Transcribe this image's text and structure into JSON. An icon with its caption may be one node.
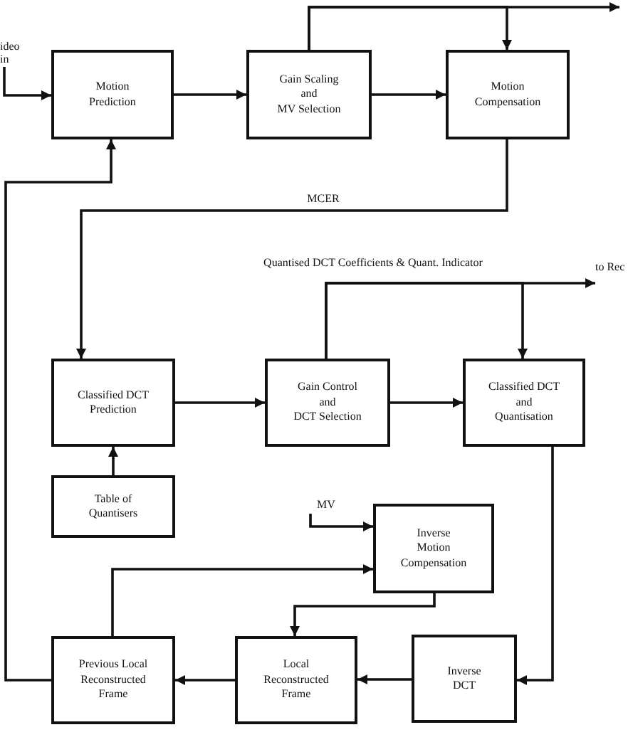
{
  "diagram": {
    "nodes": [
      {
        "text": [
          "ideo in"
        ]
      },
      {
        "text": [
          "Motion Prediction"
        ]
      },
      {
        "text": [
          "Gain Scaling and MV Selection"
        ]
      },
      {
        "text": [
          "Motion Compensation"
        ]
      },
      {
        "text": [
          "to Rec"
        ]
      },
      {
        "text": [
          "Classified DCT Prediction"
        ]
      },
      {
        "text": [
          "Gain Control and DCT Selection"
        ]
      },
      {
        "text": [
          "Classified DCT and Quantisation"
        ]
      },
      {
        "text": [
          "Table of Quantisers"
        ]
      },
      {
        "text": [
          "MV"
        ]
      },
      {
        "text": [
          "Inverse Motion Compensation"
        ]
      },
      {
        "text": [
          "Previous Local Reconstructed Frame"
        ]
      },
      {
        "text": [
          "Local Reconstructed Frame"
        ]
      },
      {
        "text": [
          "Inverse DCT"
        ]
      }
    ],
    "edges": [
      {
        "from": 0,
        "to": 1,
        "arrow": "to"
      },
      {
        "from": 1,
        "to": 2,
        "arrow": "to"
      },
      {
        "from": 2,
        "to": 3,
        "arrow": "to"
      },
      {
        "from": 2,
        "to": null,
        "arrow": "to"
      },
      {
        "from": 2,
        "to": 3,
        "arrow": "to"
      },
      {
        "from": 3,
        "to": 5,
        "arrow": "to",
        "label": "MCER"
      },
      {
        "from": 11,
        "to": 1,
        "arrow": "to"
      },
      {
        "from": 8,
        "to": 5,
        "arrow": "to"
      },
      {
        "from": 5,
        "to": 6,
        "arrow": "to"
      },
      {
        "from": 6,
        "to": 7,
        "arrow": "to"
      },
      {
        "from": 6,
        "to": 4,
        "arrow": "to",
        "label": "Quantised DCT Coefficients & Quant. Indicator"
      },
      {
        "from": 6,
        "to": 7,
        "arrow": "to"
      },
      {
        "from": 9,
        "to": 10,
        "arrow": "to"
      },
      {
        "from": 11,
        "to": 10,
        "arrow": "to"
      },
      {
        "from": 10,
        "to": 12,
        "arrow": "to"
      },
      {
        "from": 7,
        "to": 13,
        "arrow": "to"
      },
      {
        "from": 13,
        "to": 12,
        "arrow": "to"
      },
      {
        "from": 12,
        "to": 11,
        "arrow": "to"
      }
    ]
  }
}
